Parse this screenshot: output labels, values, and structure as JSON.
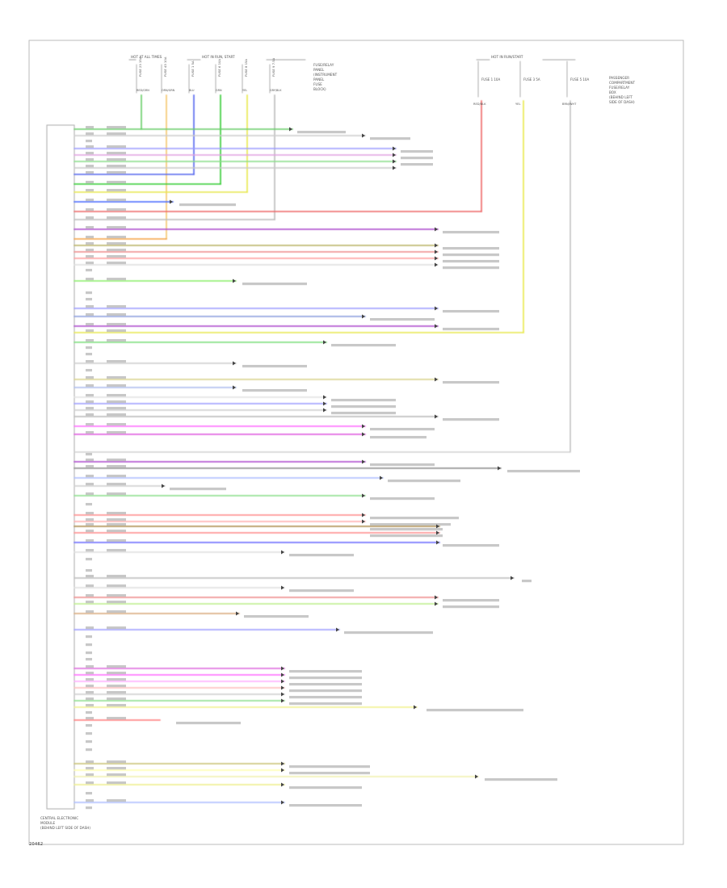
{
  "diagram": {
    "top_headers": {
      "left": "HOT AT ALL TIMES",
      "mid": "HOT IN RUN, START",
      "right": "HOT IN RUN/START"
    },
    "fuses_left": [
      {
        "label": "FUSE 23 15A",
        "wire_color": "RED/GRN",
        "color": "#66cc66"
      },
      {
        "label": "FUSE 43 10A",
        "wire_color": "ORN/GRN",
        "color": "#f5c66c"
      },
      {
        "label": "FUSE 1 5A",
        "wire_color": "BLU",
        "color": "#5566ee"
      },
      {
        "label": "FUSE 6 10A",
        "wire_color": "GRN",
        "color": "#33cc33"
      },
      {
        "label": "FUSE 8 15A",
        "wire_color": "YEL",
        "color": "#e8e84a"
      },
      {
        "label": "FUSE 9 7.5A",
        "wire_color": "GRY/BLK",
        "color": "#bbbbbb"
      }
    ],
    "fuse_block_caption": [
      "FUSE/RELAY",
      "PANEL",
      "(INSTRUMENT",
      "PANEL",
      "FUSE",
      "BLOCK)"
    ],
    "fuses_right": [
      {
        "label": "FUSE 1 10A",
        "wire_color": "RED/BLK",
        "color": "#ee6666"
      },
      {
        "label": "FUSE 3 5A",
        "wire_color": "YEL",
        "color": "#e8e84a"
      },
      {
        "label": "FUSE 5 10A",
        "wire_color": "BRN/WHT",
        "color": "#b08868"
      }
    ],
    "pdc_caption": [
      "PASSENGER",
      "COMPARTMENT",
      "FUSE/RELAY",
      "BOX",
      "(BEHIND LEFT",
      "SIDE OF DASH)"
    ],
    "module_caption": [
      "CENTRAL ELECTRONIC",
      "MODULE",
      "(BEHIND LEFT SIDE OF DASH)"
    ],
    "footer": "20462"
  },
  "colors": {
    "frame": "#bbbbbb",
    "text": "#555555",
    "arrow": "#444444"
  }
}
